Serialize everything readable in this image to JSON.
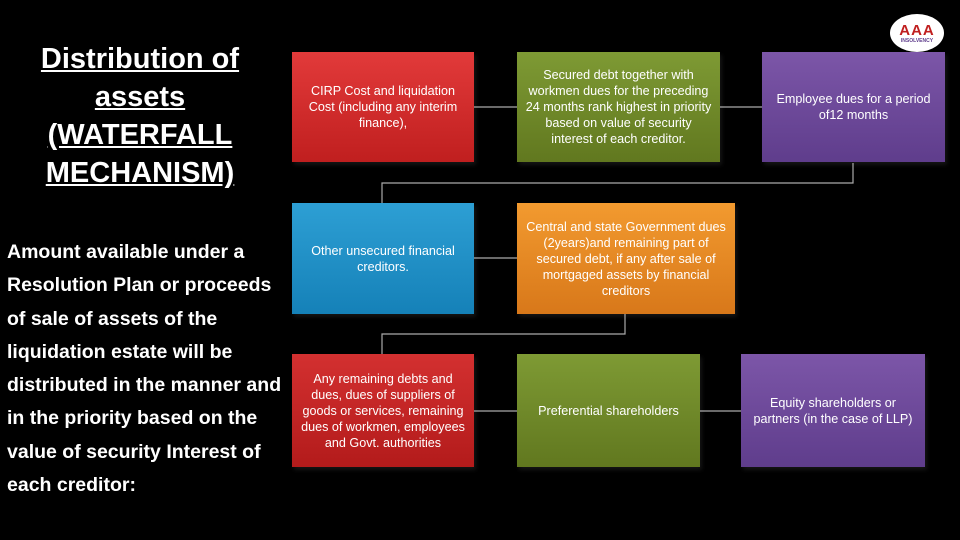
{
  "title": "Distribution of assets (WATERFALL MECHANISM)",
  "description": "Amount available under a Resolution Plan or proceeds of sale of assets of the liquidation estate will be distributed in the manner and in the priority based on the value of security Interest of each creditor:",
  "logo": {
    "marks": "AAA",
    "text": "INSOLVENCY"
  },
  "boxes": {
    "cirp": "CIRP Cost and liquidation Cost (including any interim finance),",
    "secured": "Secured debt together with workmen dues for the preceding 24 months rank highest in priority based on value of security interest of each creditor.",
    "employee": "Employee dues for a period of12 months",
    "unsecured": "Other unsecured financial creditors.",
    "govt": "Central and state Government dues (2years)and remaining part of secured debt, if any after sale of mortgaged assets by financial creditors",
    "remaining": "Any remaining debts and dues, dues of suppliers of goods or services, remaining dues of workmen, employees and Govt. authorities",
    "preferential": "Preferential shareholders",
    "equity": "Equity shareholders or partners (in the case of LLP)"
  },
  "colors": {
    "background": "#000000",
    "red": "#c01f1f",
    "green": "#61781f",
    "purple": "#5f3d8c",
    "blue": "#1581b8",
    "orange": "#d8781a",
    "connector": "#aaaaaa"
  }
}
